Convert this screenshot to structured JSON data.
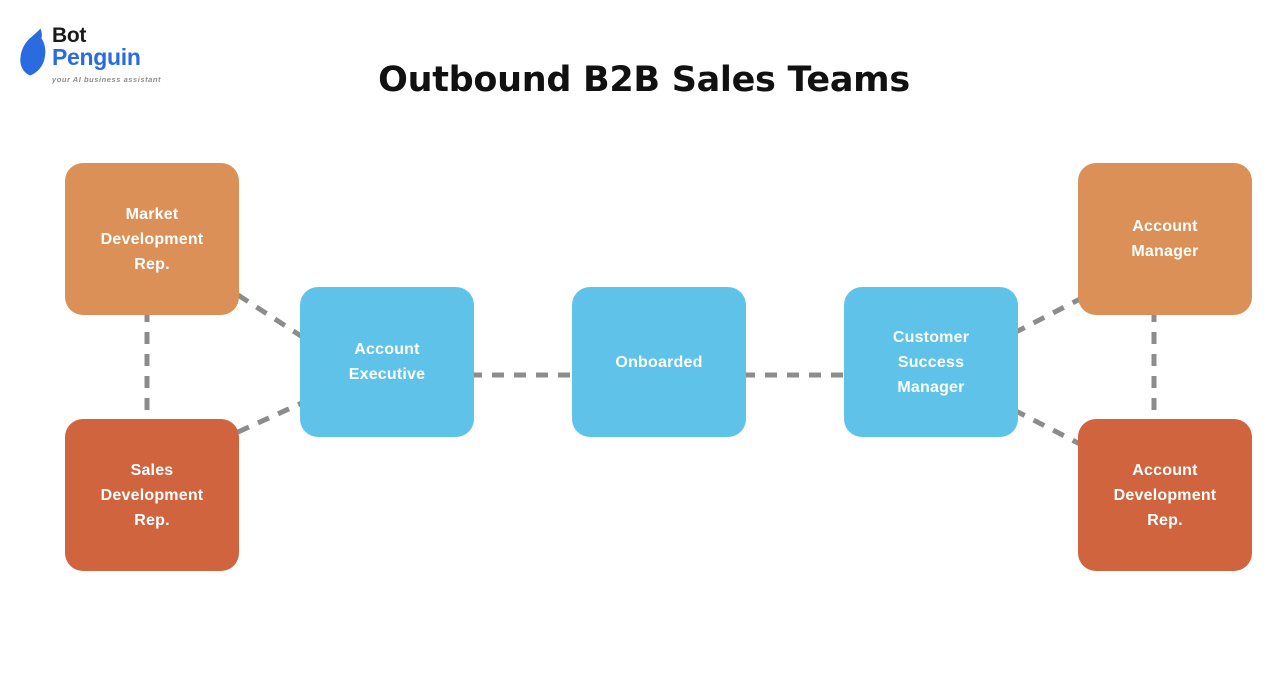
{
  "logo": {
    "brand_line1": "Bot",
    "brand_line2": "Penguin",
    "tagline": "your AI business assistant",
    "icon": "penguin-icon",
    "colors": {
      "brand_blue": "#2A6BE0",
      "brand_black": "#1A1A1A",
      "tagline_gray": "#8E8E8E"
    }
  },
  "title": "Outbound B2B Sales Teams",
  "diagram": {
    "nodes": [
      {
        "id": "market-development-rep",
        "label": "Market\nDevelopment\nRep.",
        "color": "#DB9057",
        "text_color": "#FFFFFF"
      },
      {
        "id": "sales-development-rep",
        "label": "Sales\nDevelopment\nRep.",
        "color": "#D0643F",
        "text_color": "#FFFFFF"
      },
      {
        "id": "account-executive",
        "label": "Account\nExecutive",
        "color": "#5FC3E9",
        "text_color": "#FFFFFF"
      },
      {
        "id": "onboarded",
        "label": "Onboarded",
        "color": "#5FC3E9",
        "text_color": "#FFFFFF"
      },
      {
        "id": "customer-success-manager",
        "label": "Customer\nSuccess\nManager",
        "color": "#5FC3E9",
        "text_color": "#FFFFFF"
      },
      {
        "id": "account-manager",
        "label": "Account\nManager",
        "color": "#DB9057",
        "text_color": "#FFFFFF"
      },
      {
        "id": "account-development-rep",
        "label": "Account\nDevelopment\nRep.",
        "color": "#D0643F",
        "text_color": "#FFFFFF"
      }
    ],
    "connections": [
      {
        "from": "market-development-rep",
        "to": "sales-development-rep",
        "style": "dashed"
      },
      {
        "from": "market-development-rep",
        "to": "account-executive",
        "style": "dashed"
      },
      {
        "from": "sales-development-rep",
        "to": "account-executive",
        "style": "dashed"
      },
      {
        "from": "account-executive",
        "to": "onboarded",
        "style": "dashed"
      },
      {
        "from": "onboarded",
        "to": "customer-success-manager",
        "style": "dashed"
      },
      {
        "from": "customer-success-manager",
        "to": "account-manager",
        "style": "dashed"
      },
      {
        "from": "customer-success-manager",
        "to": "account-development-rep",
        "style": "dashed"
      },
      {
        "from": "account-manager",
        "to": "account-development-rep",
        "style": "dashed"
      }
    ],
    "connector_color": "#8C8C8C"
  }
}
